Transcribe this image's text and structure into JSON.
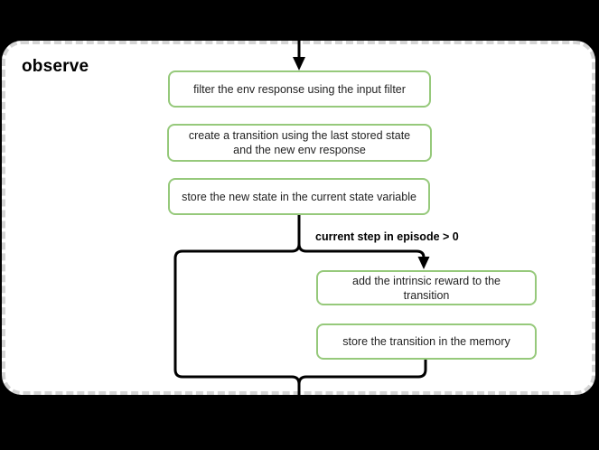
{
  "diagram": {
    "group_label": "observe",
    "nodes": [
      {
        "id": "filter-env-response",
        "label": "filter the env response using the input filter"
      },
      {
        "id": "create-transition",
        "label": "create a transition using the last stored state and the new env response"
      },
      {
        "id": "store-new-state",
        "label": "store the new state in the current state variable"
      },
      {
        "id": "add-intrinsic-reward",
        "label": "add the intrinsic reward to the transition"
      },
      {
        "id": "store-transition",
        "label": "store the transition in the memory"
      }
    ],
    "edge_labels": [
      {
        "id": "condition",
        "label": "current step in episode > 0"
      }
    ],
    "colors": {
      "node_border": "#96c97b",
      "connector": "#000000",
      "group_border": "#d5d5d5",
      "group_fill": "#ffffff",
      "background": "#000000",
      "text": "#1f1f1f"
    }
  }
}
